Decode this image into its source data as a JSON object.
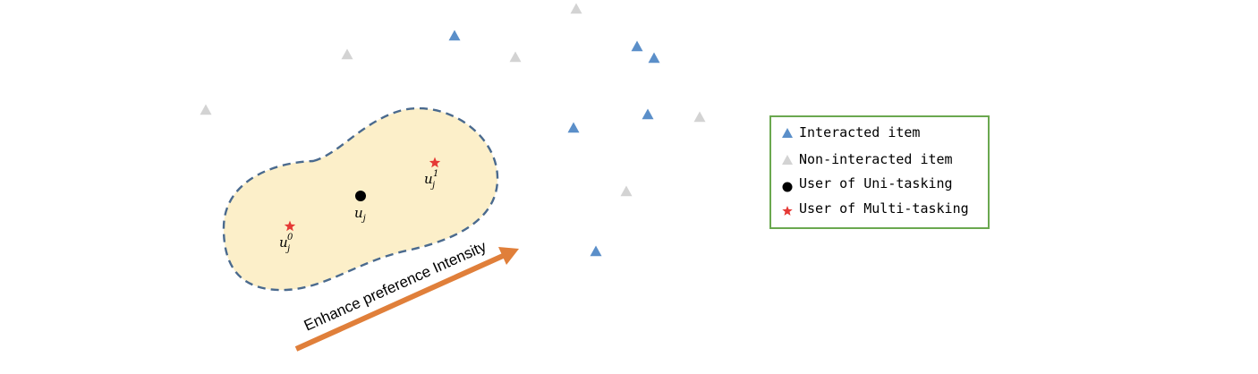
{
  "colors": {
    "interacted": "#5b8fc9",
    "non_interacted": "#d3d3d3",
    "user_uni": "#000000",
    "user_multi": "#e53935",
    "region_fill": "#fcefc9",
    "region_stroke": "#4a6a8e",
    "arrow": "#e07f3a",
    "legend_border": "#6aa84f"
  },
  "users": {
    "uni": {
      "base": "u",
      "sub": "j"
    },
    "multi_0": {
      "base": "u",
      "sub": "j",
      "sup": "0"
    },
    "multi_1": {
      "base": "u",
      "sub": "j",
      "sup": "1"
    }
  },
  "arrow": {
    "label": "Enhance preference Intensity"
  },
  "legend": {
    "items": [
      {
        "icon": "blue-triangle-icon",
        "label": "Interacted item"
      },
      {
        "icon": "gray-triangle-icon",
        "label": "Non-interacted item"
      },
      {
        "icon": "black-dot-icon",
        "label": "User of Uni-tasking"
      },
      {
        "icon": "red-star-icon",
        "label": "User of Multi-tasking"
      }
    ]
  }
}
